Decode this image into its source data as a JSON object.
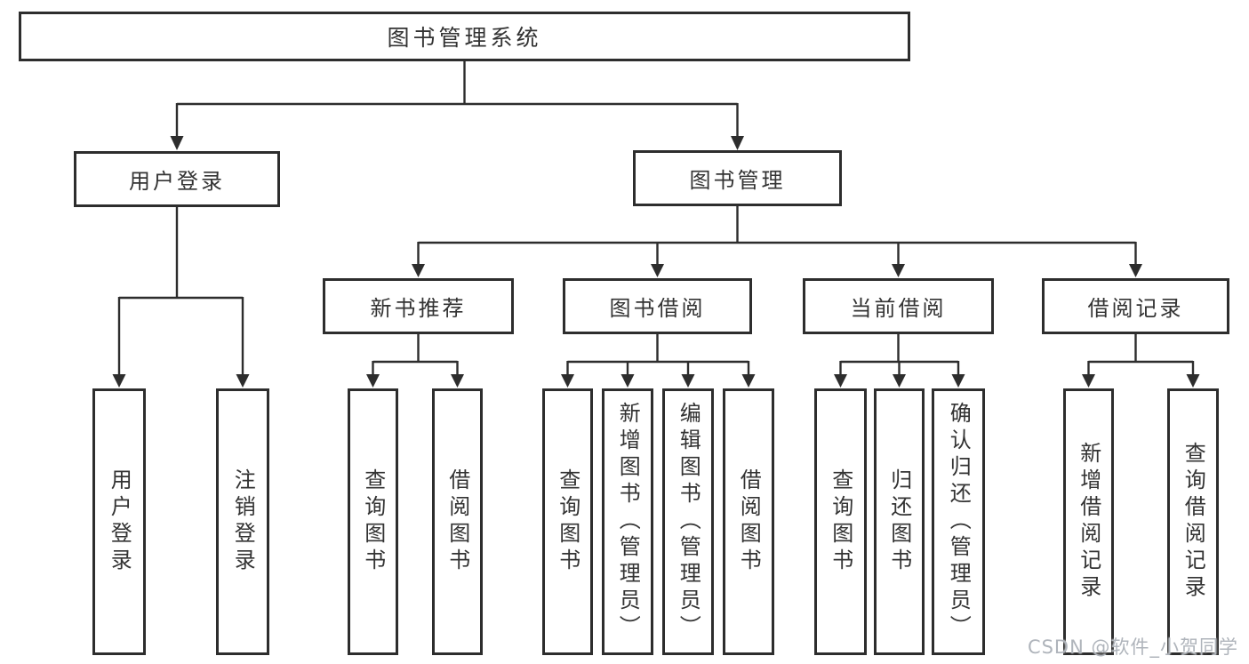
{
  "diagram": {
    "title": "图书管理系统",
    "level2": [
      {
        "label": "用户登录"
      },
      {
        "label": "图书管理"
      }
    ],
    "level3": [
      {
        "label": "新书推荐",
        "parent": "图书管理"
      },
      {
        "label": "图书借阅",
        "parent": "图书管理"
      },
      {
        "label": "当前借阅",
        "parent": "图书管理"
      },
      {
        "label": "借阅记录",
        "parent": "图书管理"
      }
    ],
    "leaves": [
      {
        "label": "用户登录",
        "parent": "用户登录"
      },
      {
        "label": "注销登录",
        "parent": "用户登录"
      },
      {
        "label": "查询图书",
        "parent": "新书推荐"
      },
      {
        "label": "借阅图书",
        "parent": "新书推荐"
      },
      {
        "label": "查询图书",
        "parent": "图书借阅"
      },
      {
        "label": "新增图书（管理员）",
        "parent": "图书借阅"
      },
      {
        "label": "编辑图书（管理员）",
        "parent": "图书借阅"
      },
      {
        "label": "借阅图书",
        "parent": "图书借阅"
      },
      {
        "label": "查询图书",
        "parent": "当前借阅"
      },
      {
        "label": "归还图书",
        "parent": "当前借阅"
      },
      {
        "label": "确认归还（管理员）",
        "parent": "当前借阅"
      },
      {
        "label": "新增借阅记录",
        "parent": "借阅记录"
      },
      {
        "label": "查询借阅记录",
        "parent": "借阅记录"
      }
    ]
  },
  "watermark": "CSDN @软件_小贺同学",
  "colors": {
    "line": "#2d2d2d",
    "border": "#2d2d2d",
    "text": "#333333",
    "watermark": "#afb4bb",
    "background": "#ffffff"
  }
}
